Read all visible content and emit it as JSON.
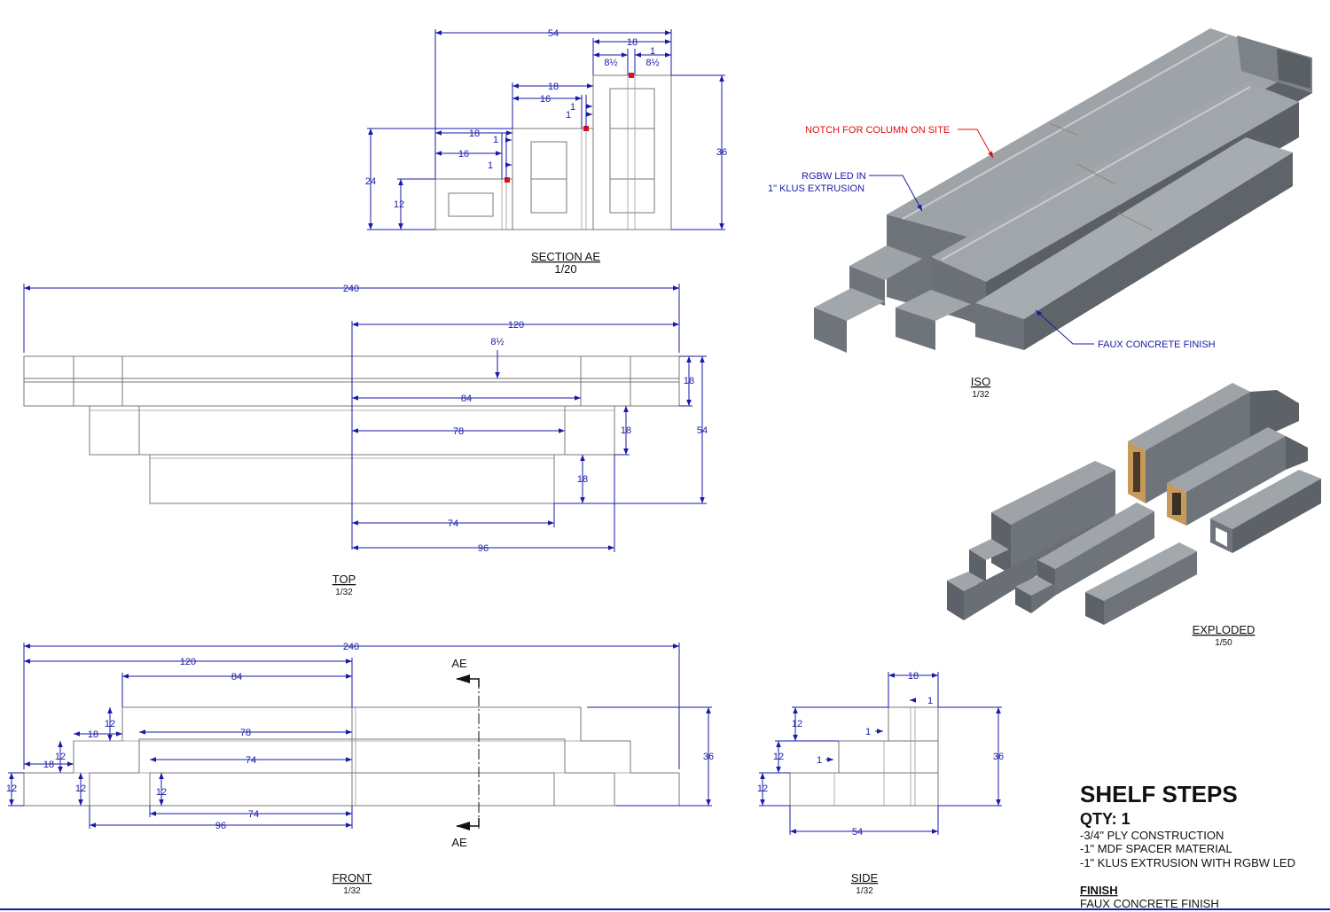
{
  "sheet": {
    "title": "SHELF STEPS",
    "qty": "QTY: 1",
    "specs": [
      "-3/4\" PLY CONSTRUCTION",
      "-1\" MDF SPACER MATERIAL",
      "-1\" KLUS EXTRUSION WITH RGBW LED"
    ],
    "finish_heading": "FINISH",
    "finish_value": "FAUX CONCRETE FINISH"
  },
  "views": {
    "section": {
      "label": "SECTION AE",
      "scale": "1/20",
      "dims": {
        "overall_w": "54",
        "top_w": "18",
        "half_a": "8½",
        "gap": "1",
        "half_b": "8½",
        "mid_w": "18",
        "mid_inner": "16",
        "mid_gap_a": "1",
        "mid_gap_b": "1",
        "low_w": "18",
        "low_gap_a": "1",
        "low_inner": "16",
        "low_gap_b": "1",
        "h24": "24",
        "h12": "12",
        "h36": "36"
      }
    },
    "top": {
      "label": "TOP",
      "scale": "1/32",
      "dims": {
        "overall": "240",
        "half": "120",
        "notch": "8½",
        "d84": "84",
        "d78": "78",
        "d74": "74",
        "d96": "96",
        "r18a": "18",
        "r18b": "18",
        "r18c": "18",
        "d54": "54"
      }
    },
    "front": {
      "label": "FRONT",
      "scale": "1/32",
      "section_mark": "AE",
      "dims": {
        "overall": "240",
        "half": "120",
        "d84": "84",
        "d78": "78",
        "d74a": "74",
        "d74b": "74",
        "d96": "96",
        "s18a": "18",
        "s18b": "18",
        "h12a": "12",
        "h12b": "12",
        "h12c": "12",
        "h12d": "12",
        "h12e": "12",
        "h36": "36"
      }
    },
    "side": {
      "label": "SIDE",
      "scale": "1/32",
      "dims": {
        "top18": "18",
        "gap1a": "1",
        "gap1b": "1",
        "gap1c": "1",
        "h12a": "12",
        "h12b": "12",
        "h12c": "12",
        "h36": "36",
        "w54": "54"
      }
    },
    "iso": {
      "label": "ISO",
      "scale": "1/32",
      "notes": {
        "notch": "NOTCH FOR COLUMN ON SITE",
        "led_line1": "RGBW LED IN",
        "led_line2": "1\" KLUS EXTRUSION",
        "finish": "FAUX CONCRETE FINISH"
      }
    },
    "exploded": {
      "label": "EXPLODED",
      "scale": "1/50"
    }
  },
  "colors": {
    "dimension": "#1a1aa8",
    "callout_red": "#e01010",
    "concrete_top": "#9ea3a8",
    "concrete_side": "#6f747a",
    "concrete_end": "#4e5358",
    "wood": "#c79a5a"
  }
}
